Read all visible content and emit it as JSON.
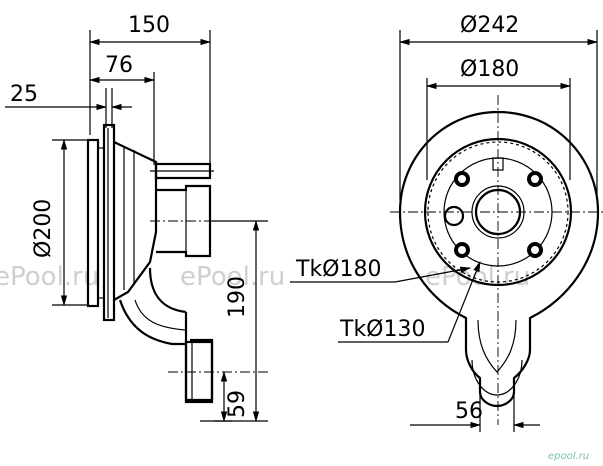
{
  "side_view": {
    "overall_width": "150",
    "flange_to_spigot": "76",
    "flange_offset": "25",
    "flange_diameter": "Ø200",
    "outlet_spacing": "190",
    "bottom_outlet_height": "59"
  },
  "front_view": {
    "outer_diameter": "Ø242",
    "inner_diameter": "Ø180",
    "bolt_circle_outer": "TkØ180",
    "bolt_circle_inner": "TkØ130",
    "outlet_diameter": "56"
  },
  "watermarks": [
    "ePool.ru",
    "ePool.ru",
    "ePool.ru"
  ],
  "brand_mark": "epool.ru"
}
